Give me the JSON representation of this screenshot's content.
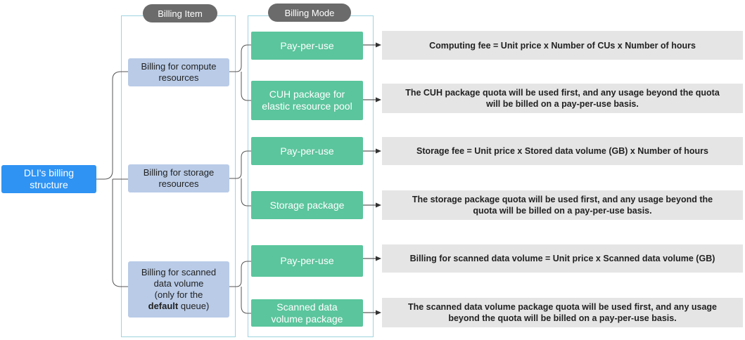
{
  "headers": {
    "billing_item": "Billing Item",
    "billing_mode": "Billing Mode"
  },
  "root": {
    "line1": "DLI's billing",
    "line2": "structure"
  },
  "items": {
    "compute": {
      "line1": "Billing for compute",
      "line2": "resources"
    },
    "storage": {
      "line1": "Billing for storage",
      "line2": "resources"
    },
    "scanned": {
      "line1": "Billing for scanned",
      "line2": "data volume",
      "line3": "(only for the",
      "line4_bold": "default",
      "line4_rest": " queue)"
    }
  },
  "modes": {
    "compute_ppu": "Pay-per-use",
    "compute_pkg": {
      "line1": "CUH package for",
      "line2": "elastic resource pool"
    },
    "storage_ppu": "Pay-per-use",
    "storage_pkg": "Storage package",
    "scanned_ppu": "Pay-per-use",
    "scanned_pkg": {
      "line1": "Scanned data",
      "line2": "volume package"
    }
  },
  "results": {
    "compute_ppu": "Computing fee = Unit price x Number of CUs x Number of hours",
    "compute_pkg": {
      "line1": "The CUH package quota will be used first, and any usage beyond the quota",
      "line2": "will be billed on a pay-per-use basis."
    },
    "storage_ppu": "Storage fee = Unit price x Stored data volume (GB) x Number of hours",
    "storage_pkg": {
      "line1": "The storage package quota will be used first, and any usage beyond the",
      "line2": "quota will be billed on a pay-per-use basis."
    },
    "scanned_ppu": "Billing for scanned data volume = Unit price x Scanned data volume (GB)",
    "scanned_pkg": {
      "line1": "The scanned data volume package quota will be used first, and any usage",
      "line2": "beyond the quota will be billed on a pay-per-use basis."
    }
  },
  "colors": {
    "root": "#2f93f3",
    "item": "#b9cbe7",
    "mode": "#5bc59d",
    "result": "#e5e5e5",
    "pill": "#6b6b6b",
    "frame": "#9fd3df",
    "connector": "#555555"
  }
}
